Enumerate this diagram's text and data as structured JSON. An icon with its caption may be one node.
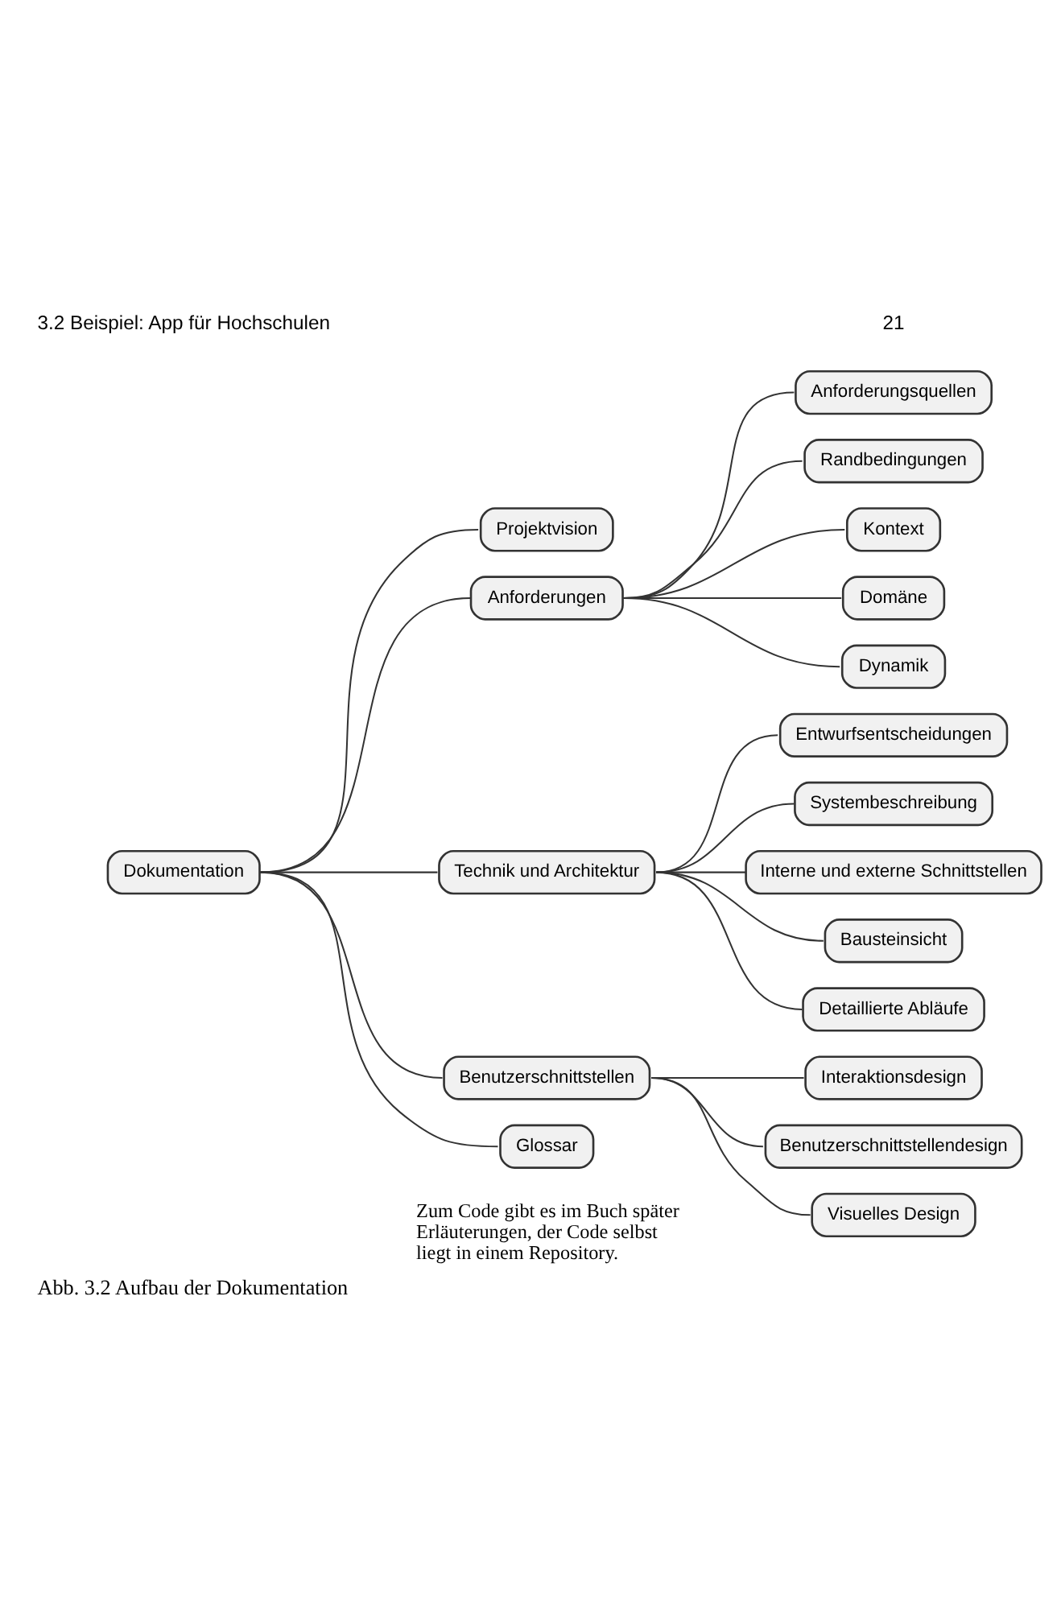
{
  "diagram": {
    "caption": "Abb. 3.2 Aufbau der Dokumentation",
    "nodes": [
      {
        "text": [
          "Dokumentation"
        ]
      },
      {
        "text": [
          "Projektvision"
        ]
      },
      {
        "text": [
          "Anforderungen"
        ]
      },
      {
        "text": [
          "Anforderungsquellen"
        ]
      },
      {
        "text": [
          "Randbedingungen"
        ]
      },
      {
        "text": [
          "Kontext"
        ]
      },
      {
        "text": [
          "Domäne"
        ]
      },
      {
        "text": [
          "Dynamik"
        ]
      },
      {
        "text": [
          "Technik und Architektur"
        ]
      },
      {
        "text": [
          "Entwurfsentscheidungen"
        ]
      },
      {
        "text": [
          "Systembeschreibung"
        ]
      },
      {
        "text": [
          "Interne und externe Schnittstellen"
        ]
      },
      {
        "text": [
          "Bausteinsicht"
        ]
      },
      {
        "text": [
          "Detaillierte Abläufe"
        ]
      },
      {
        "text": [
          "Benutzerschnittstellen"
        ]
      },
      {
        "text": [
          "Interaktionsdesign"
        ]
      },
      {
        "text": [
          "Benutzerschnittstellendesign"
        ]
      },
      {
        "text": [
          "Visuelles Design"
        ]
      },
      {
        "text": [
          "Glossar"
        ]
      }
    ],
    "edges": [
      {
        "from": 0,
        "to": 1,
        "arrow": "none"
      },
      {
        "from": 0,
        "to": 2,
        "arrow": "none"
      },
      {
        "from": 2,
        "to": 3,
        "arrow": "none"
      },
      {
        "from": 2,
        "to": 4,
        "arrow": "none"
      },
      {
        "from": 2,
        "to": 5,
        "arrow": "none"
      },
      {
        "from": 2,
        "to": 6,
        "arrow": "none"
      },
      {
        "from": 2,
        "to": 7,
        "arrow": "none"
      },
      {
        "from": 0,
        "to": 8,
        "arrow": "none"
      },
      {
        "from": 8,
        "to": 9,
        "arrow": "none"
      },
      {
        "from": 8,
        "to": 10,
        "arrow": "none"
      },
      {
        "from": 8,
        "to": 11,
        "arrow": "none"
      },
      {
        "from": 8,
        "to": 12,
        "arrow": "none"
      },
      {
        "from": 8,
        "to": 13,
        "arrow": "none"
      },
      {
        "from": 0,
        "to": 14,
        "arrow": "none"
      },
      {
        "from": 14,
        "to": 15,
        "arrow": "none"
      },
      {
        "from": 14,
        "to": 16,
        "arrow": "none"
      },
      {
        "from": 14,
        "to": 17,
        "arrow": "none"
      },
      {
        "from": 0,
        "to": 18,
        "arrow": "none"
      }
    ],
    "labels": [
      "3.2 Beispiel: App für Hochschulen",
      "21",
      "Zum Code gibt es im Buch später Erläuterungen, der Code selbst liegt in einem Repository."
    ]
  }
}
